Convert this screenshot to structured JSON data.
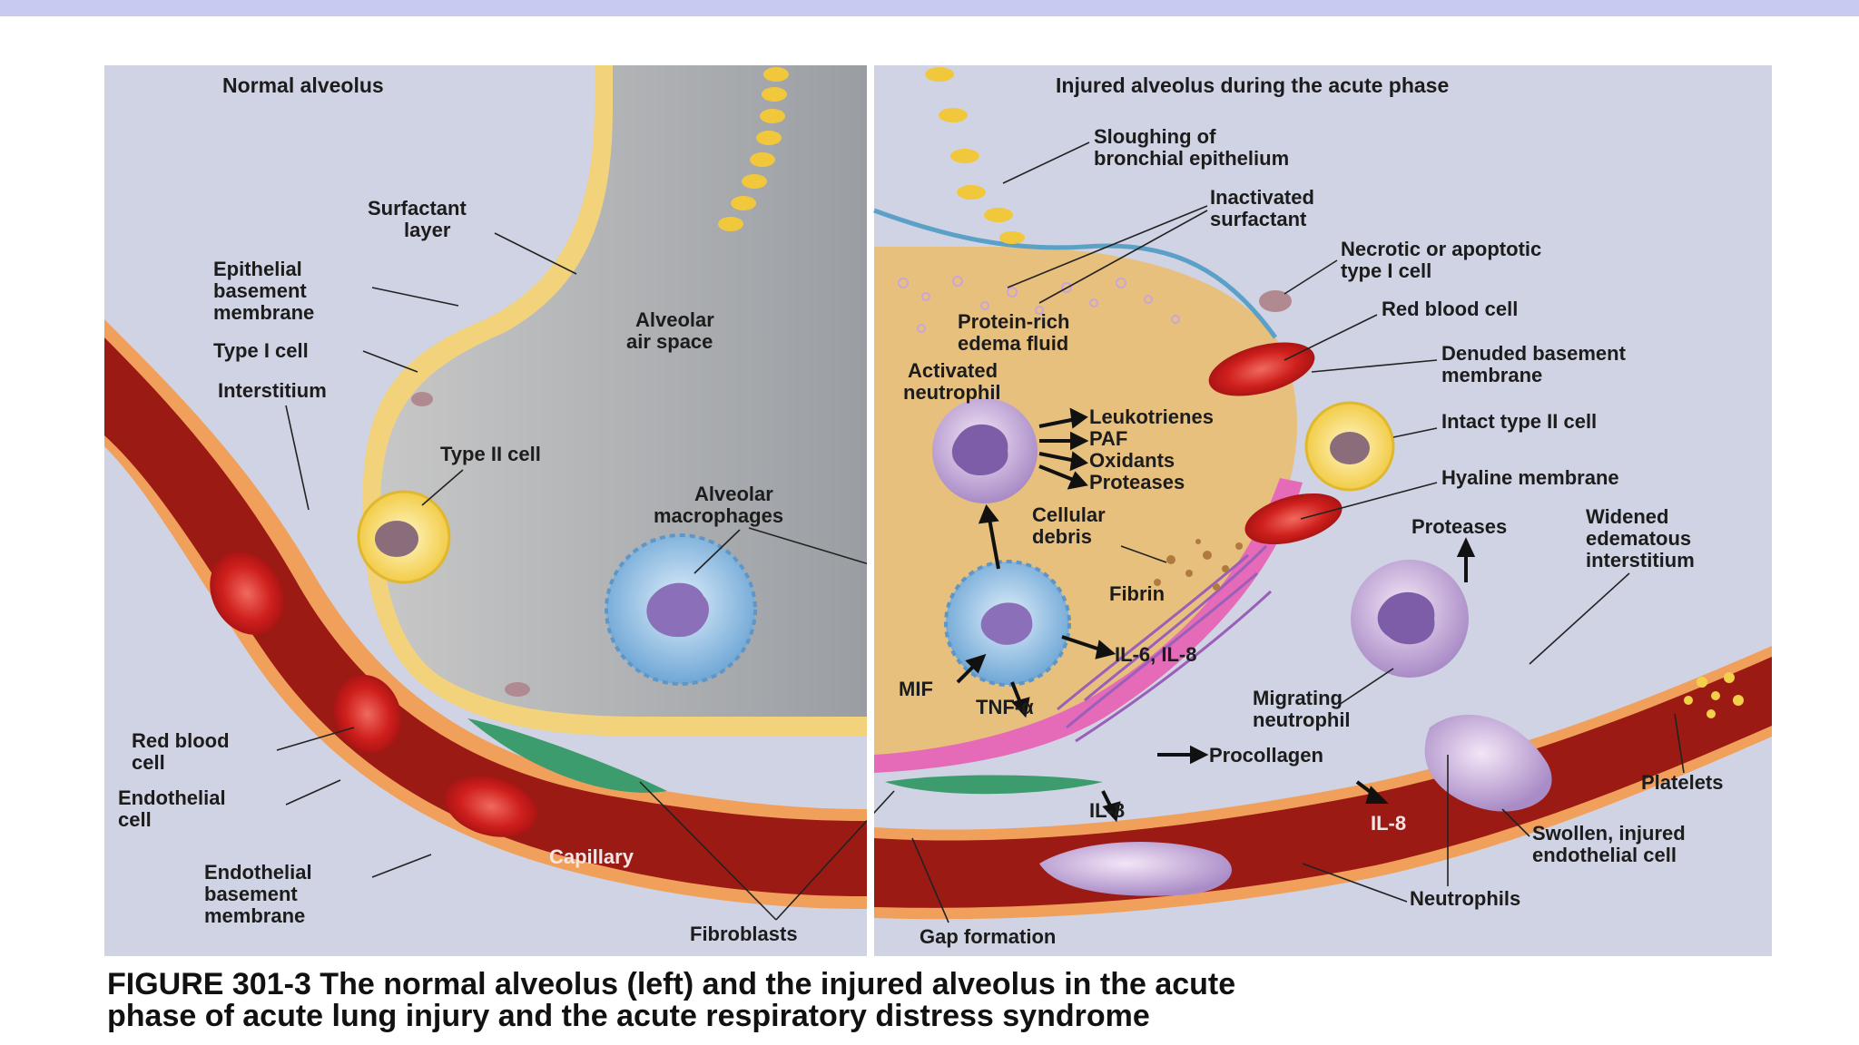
{
  "figure": {
    "left_title": "Normal alveolus",
    "right_title": "Injured alveolus during the acute phase",
    "left_labels": {
      "surfactant_1": "Surfactant",
      "surfactant_2": "layer",
      "ebm_1": "Epithelial",
      "ebm_2": "basement",
      "ebm_3": "membrane",
      "type1": "Type I cell",
      "interstitium": "Interstitium",
      "air_1": "Alveolar",
      "air_2": "air space",
      "type2": "Type II cell",
      "mac_1": "Alveolar",
      "mac_2": "macrophages",
      "rbc_1": "Red blood",
      "rbc_2": "cell",
      "endo_1": "Endothelial",
      "endo_2": "cell",
      "endobm_1": "Endothelial",
      "endobm_2": "basement",
      "endobm_3": "membrane",
      "capillary": "Capillary",
      "fibroblasts": "Fibroblasts"
    },
    "right_labels": {
      "slough_1": "Sloughing of",
      "slough_2": "bronchial epithelium",
      "inact_1": "Inactivated",
      "inact_2": "surfactant",
      "necrotic_1": "Necrotic or apoptotic",
      "necrotic_2": "type I cell",
      "rbc": "Red blood cell",
      "protein_1": "Protein-rich",
      "protein_2": "edema fluid",
      "denuded_1": "Denuded basement",
      "denuded_2": "membrane",
      "actneut_1": "Activated",
      "actneut_2": "neutrophil",
      "leuko": "Leukotrienes",
      "paf": "PAF",
      "oxid": "Oxidants",
      "prot": "Proteases",
      "intact2": "Intact type II cell",
      "hyaline": "Hyaline membrane",
      "debris_1": "Cellular",
      "debris_2": "debris",
      "proteases": "Proteases",
      "widened_1": "Widened",
      "widened_2": "edematous",
      "widened_3": "interstitium",
      "fibrin": "Fibrin",
      "il": "IL-6, IL-8",
      "mif": "MIF",
      "tnf": "TNF-α",
      "migr_1": "Migrating",
      "migr_2": "neutrophil",
      "procoll": "Procollagen",
      "il8a": "IL-8",
      "il8b": "IL-8",
      "platelets": "Platelets",
      "swollen_1": "Swollen, injured",
      "swollen_2": "endothelial cell",
      "neutrophils": "Neutrophils",
      "gap": "Gap formation"
    }
  },
  "caption": {
    "line1": "FIGURE 301-3 The normal alveolus (left) and the injured alveolus in the acute",
    "line2": "phase of acute lung injury and the acute respiratory distress syndrome"
  }
}
